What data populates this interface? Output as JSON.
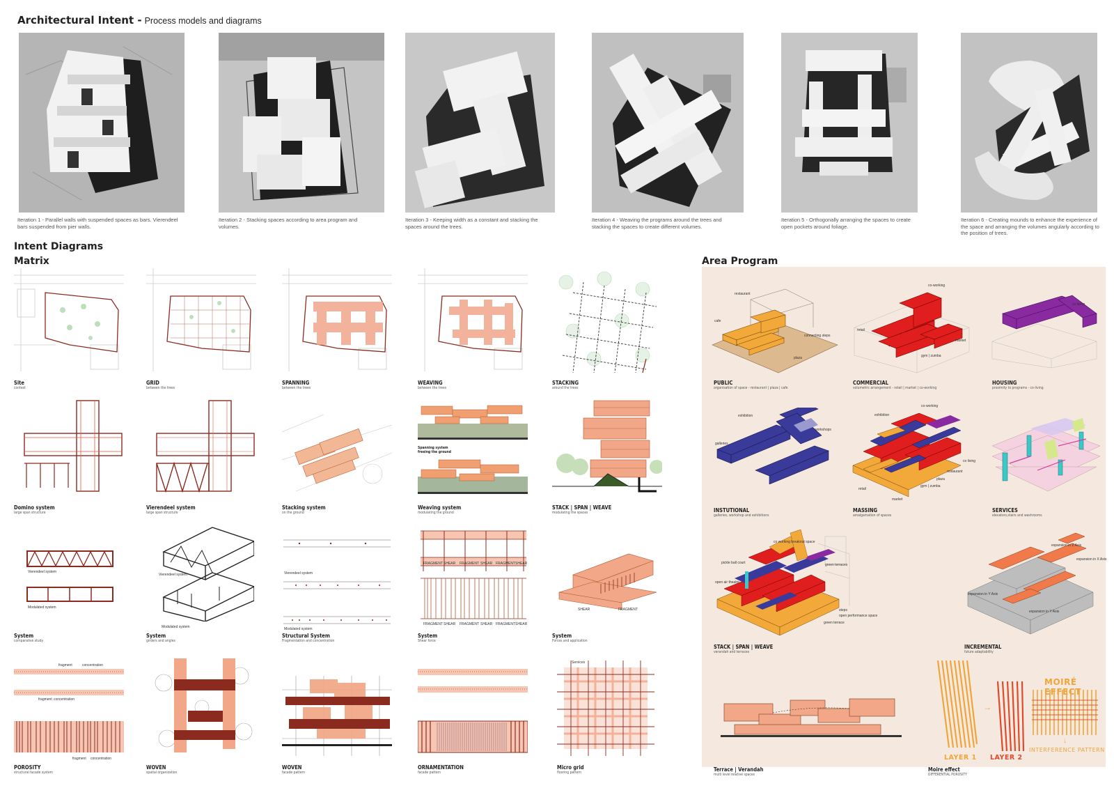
{
  "header": {
    "title": "Architectural Intent -",
    "subtitle": "Process models and diagrams"
  },
  "iterations": [
    {
      "caption": "Iteration 1 - Parallel walls with suspended spaces as bars. Vierendeel bars suspended from pier walls."
    },
    {
      "caption": "Iteration 2 - Stacking spaces according to area program and volumes."
    },
    {
      "caption": "Iteration 3 - Keeping width as a constant and stacking the spaces around the trees."
    },
    {
      "caption": "Iteration 4 - Weaving the programs around the trees and stacking the spaces to create different volumes."
    },
    {
      "caption": "Iteration 5 - Orthogonally arranging the spaces to create open pockets around foliage."
    },
    {
      "caption": "Iteration 6 - Creating mounds to enhance the experience of the space and arranging the volumes angularly according to the position of trees."
    }
  ],
  "intent": {
    "title": "Intent Diagrams",
    "matrix_title": "Matrix"
  },
  "area": {
    "title": "Area Program"
  },
  "matrix": [
    [
      {
        "title": "Site",
        "sub": "context"
      },
      {
        "title": "GRID",
        "sub": "between the trees"
      },
      {
        "title": "SPANNING",
        "sub": "between the trees"
      },
      {
        "title": "WEAVING",
        "sub": "between the trees"
      },
      {
        "title": "STACKING",
        "sub": "around the trees"
      }
    ],
    [
      {
        "title": "Domino system",
        "sub": "large span structure"
      },
      {
        "title": "Vierendeel system",
        "sub": "large span structure"
      },
      {
        "title": "Stacking system",
        "sub": "on the ground"
      },
      {
        "title": "Weaving system",
        "sub": "modulating the ground"
      },
      {
        "title": "STACK | SPAN | WEAVE",
        "sub": "modulating the spaces"
      }
    ],
    [
      {
        "title": "System",
        "sub": "comparative study"
      },
      {
        "title": "System",
        "sub": "girders and angles"
      },
      {
        "title": "Structural System",
        "sub": "Fragmentation and concentration"
      },
      {
        "title": "System",
        "sub": "Shear force"
      },
      {
        "title": "System",
        "sub": "Forces and application"
      }
    ],
    [
      {
        "title": "POROSITY",
        "sub": "structural facade system"
      },
      {
        "title": "WOVEN",
        "sub": "spatial organization"
      },
      {
        "title": "WOVEN",
        "sub": "facade pattern"
      },
      {
        "title": "ORNAMENTATION",
        "sub": "facade pattern"
      },
      {
        "title": "Micro grid",
        "sub": "flooring pattern"
      }
    ]
  ],
  "inner_labels": {
    "vierendeel_system": "Vierendeel system",
    "modulated_system": "Modulated system",
    "spanning_system": "Spanning system",
    "freeing_ground": "freeing the ground",
    "fragment": "FRAGMENT",
    "shear": "SHEAR",
    "fragment_lc": "fragment",
    "concentration": "concentration",
    "services": "Services"
  },
  "area_items": [
    {
      "title": "PUBLIC",
      "sub": "organisation of space - restaurant | plaza | cafe"
    },
    {
      "title": "COMMERCIAL",
      "sub": "volumetric arrangement - retail | market | co-working"
    },
    {
      "title": "HOUSING",
      "sub": "proximity to programs - co-living"
    },
    {
      "title": "INSTUTIONAL",
      "sub": "galleries, workshop and exhibitions"
    },
    {
      "title": "MASSING",
      "sub": "amalgamation of spaces"
    },
    {
      "title": "SERVICES",
      "sub": "elevators,stairs and washrooms"
    },
    {
      "title": "STACK | SPAN | WEAVE",
      "sub": "verandah and terraces"
    },
    {
      "title": "INCREMENTAL",
      "sub": "future adaptability"
    },
    {
      "title": "Terrace | Verandah",
      "sub": "multi level relative spaces"
    },
    {
      "title": "Moire effect",
      "sub": "DIFFERENTIAL POROSITY"
    }
  ],
  "area_annotations": {
    "restaurant": "restaurant",
    "cafe": "cafe",
    "connecting_steps": "connecting steps",
    "plaza": "plaza",
    "co_working": "co-working",
    "retail": "retail",
    "market": "market",
    "gym_zumba": "gym | zumba",
    "co_living": "co living",
    "exhibition": "exhibition",
    "workshops": "workshops",
    "galleries": "galleries",
    "co_working_breakout": "co working breakout space",
    "pickle_ball": "pickle ball court",
    "open_air_theatre": "open air theatre",
    "green_terraces": "green terraces",
    "open_performance": "open performance space",
    "green_terrace": "green terrace",
    "steps": "steps",
    "exp_z": "expansion in Z Axis",
    "exp_x": "expansion in X Axis",
    "exp_y": "expansion in Y Axis"
  },
  "moire": {
    "title": "MOIRÉ EFFECT",
    "layer1": "LAYER 1",
    "layer2": "LAYER 2",
    "interference": "INTERFERENCE PATTERN"
  },
  "colors": {
    "brick": "#8b2a1f",
    "salmon": "#f0a58a",
    "orange": "#f0a53a",
    "red": "#e01e1e",
    "purple": "#5a3a9a",
    "indigo": "#3a3a9a",
    "panel": "#f5e9df"
  }
}
